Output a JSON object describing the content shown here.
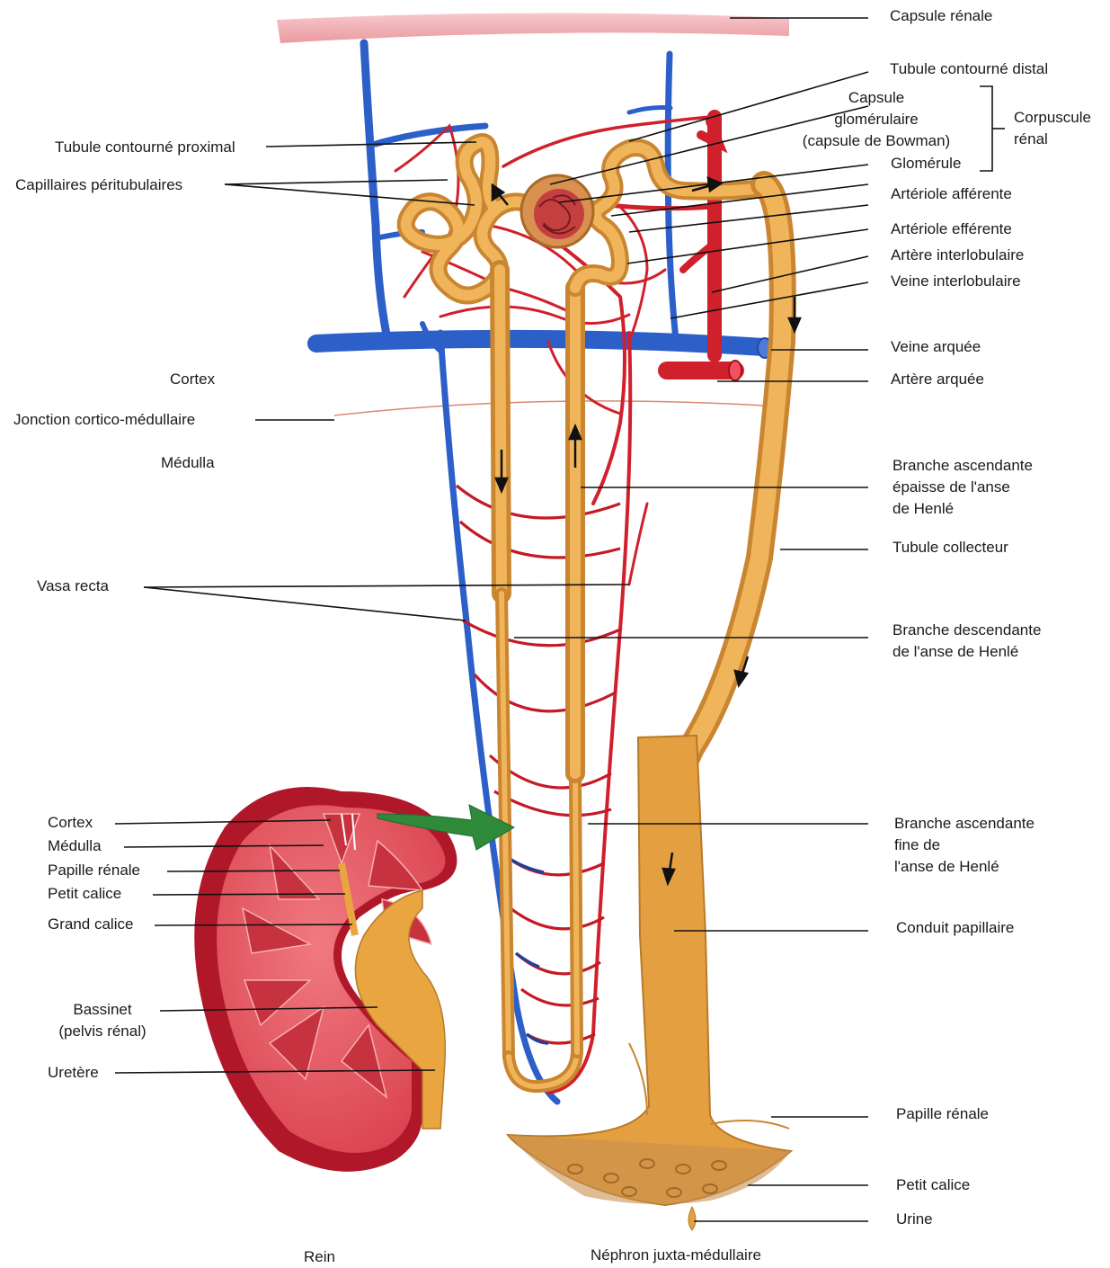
{
  "right_labels": {
    "capsule_renale": "Capsule rénale",
    "tubule_distal": "Tubule contourné distal",
    "capsule_glomerulaire": "Capsule\nglomérulaire\n(capsule de Bowman)",
    "glomerule": "Glomérule",
    "corpuscule_renal": "Corpuscule\nrénal",
    "arteriole_afferente": "Artériole afférente",
    "arteriole_efferente": "Artériole efférente",
    "artere_interlobulaire": "Artère interlobulaire",
    "veine_interlobulaire": "Veine interlobulaire",
    "veine_arquee": "Veine arquée",
    "artere_arquee": "Artère arquée",
    "branche_asc_epaisse": "Branche ascendante\népaisse de l'anse\nde Henlé",
    "tubule_collecteur": "Tubule collecteur",
    "branche_descendante": "Branche descendante\nde l'anse de Henlé",
    "branche_asc_fine": "Branche ascendante\nfine de\nl'anse de Henlé",
    "conduit_papillaire": "Conduit papillaire",
    "papille_renale": "Papille rénale",
    "petit_calice": "Petit calice",
    "urine": "Urine"
  },
  "left_labels": {
    "tubule_proximal": "Tubule contourné proximal",
    "capillaires_peritubulaires": "Capillaires péritubulaires",
    "cortex": "Cortex",
    "jonction": "Jonction cortico-médullaire",
    "medulla": "Médulla",
    "vasa_recta": "Vasa recta"
  },
  "kidney_labels": {
    "cortex": "Cortex",
    "medulla": "Médulla",
    "papille_renale": "Papille rénale",
    "petit_calice": "Petit calice",
    "grand_calice": "Grand calice",
    "bassinet": "Bassinet\n(pelvis rénal)",
    "uretere": "Uretère"
  },
  "captions": {
    "rein": "Rein",
    "nephron": "Néphron juxta-médullaire"
  },
  "colors": {
    "vein": "#2c5fc8",
    "artery": "#d0202c",
    "tubule": "#e7a548",
    "tubule_dark": "#c98530",
    "capsule": "#f1a9ad",
    "kidney_outer": "#c01c2c",
    "kidney_inner": "#e2505a",
    "arrow_green": "#2f8a3a",
    "leader": "#111111"
  }
}
